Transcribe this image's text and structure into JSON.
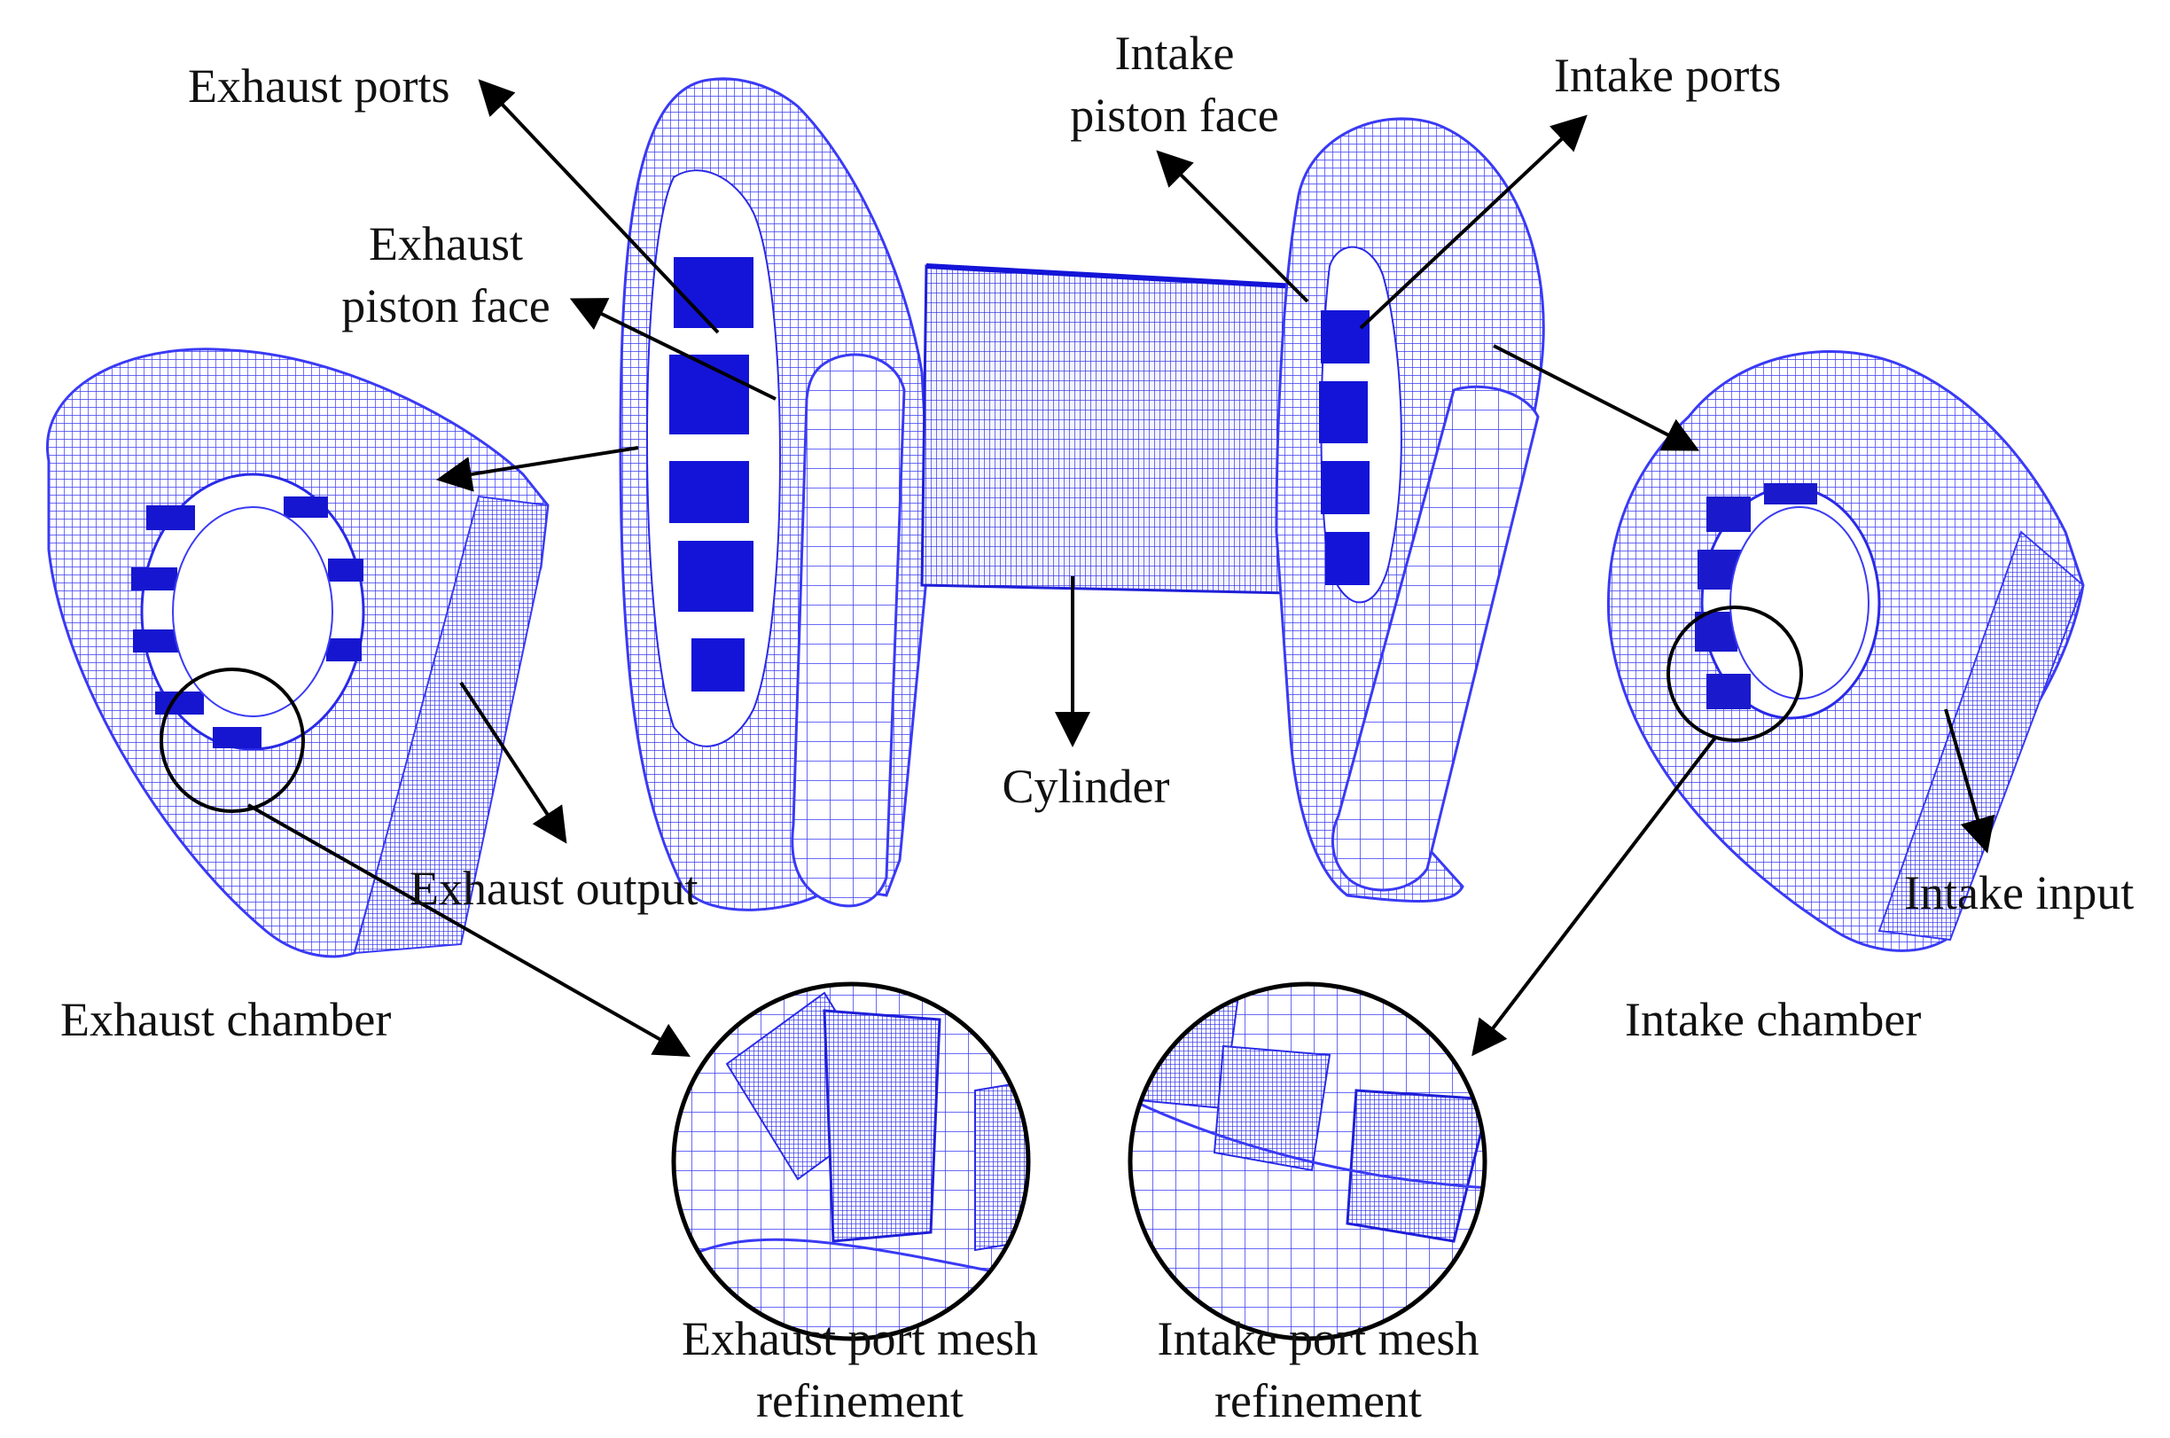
{
  "labels": {
    "exhaust_ports": "Exhaust ports",
    "intake_piston_face_line1": "Intake",
    "intake_piston_face_line2": "piston face",
    "intake_ports": "Intake ports",
    "exhaust_piston_face_line1": "Exhaust",
    "exhaust_piston_face_line2": "piston face",
    "cylinder": "Cylinder",
    "exhaust_output": "Exhaust output",
    "intake_input": "Intake input",
    "exhaust_chamber": "Exhaust chamber",
    "intake_chamber": "Intake chamber",
    "exhaust_port_refinement_line1": "Exhaust port mesh",
    "exhaust_port_refinement_line2": "refinement",
    "intake_port_refinement_line1": "Intake port mesh",
    "intake_port_refinement_line2": "refinement"
  },
  "colors": {
    "mesh": "#3a3af5",
    "mesh_dark": "#1414d8",
    "background": "#ffffff",
    "text": "#111111",
    "arrow": "#000000"
  }
}
